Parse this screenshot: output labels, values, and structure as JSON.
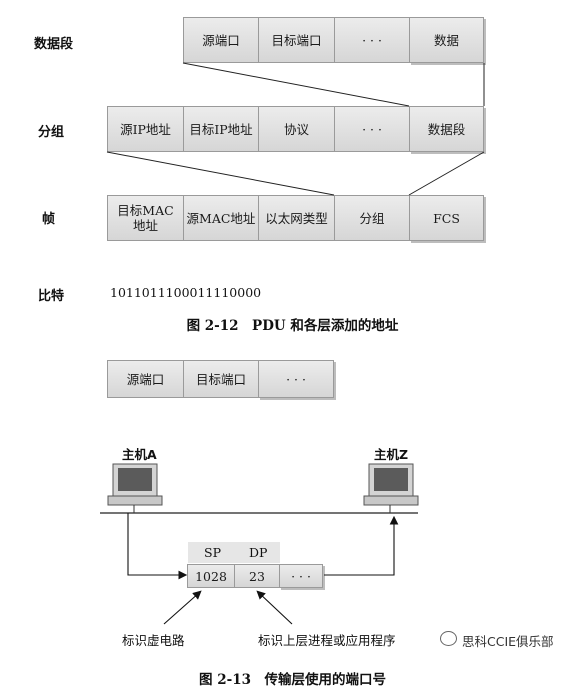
{
  "fig1": {
    "segment": {
      "label": "数据段",
      "cells": [
        "源端口",
        "目标端口",
        "· · ·",
        "数据"
      ]
    },
    "packet": {
      "label": "分组",
      "cells": [
        "源IP地址",
        "目标IP地址",
        "协议",
        "· · ·",
        "数据段"
      ]
    },
    "frame": {
      "label": "帧",
      "cells": [
        "目标MAC\n地址",
        "源MAC地址",
        "以太网类型",
        "分组",
        "FCS"
      ]
    },
    "bits": {
      "label": "比特",
      "value": "1011011100011110000"
    },
    "caption": "图 2-12　PDU 和各层添加的地址"
  },
  "fig2": {
    "ports_row": [
      "源端口",
      "目标端口",
      "· · ·"
    ],
    "host_a": "主机A",
    "host_z": "主机Z",
    "sp_label": "SP",
    "dp_label": "DP",
    "sp_value": "1028",
    "dp_value": "23",
    "ellipsis": "· · ·",
    "note_left": "标识虚电路",
    "note_right": "标识上层进程或应用程序",
    "caption": "图 2-13　传输层使用的端口号"
  },
  "watermark": "思科CCIE俱乐部"
}
